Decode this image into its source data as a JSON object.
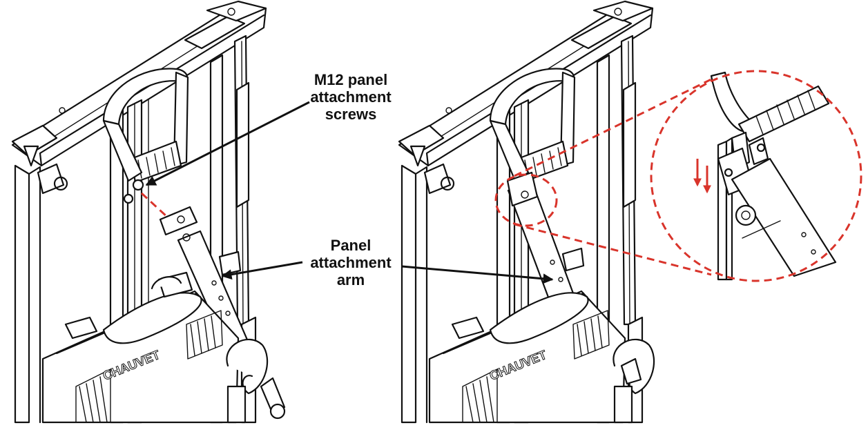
{
  "callouts": {
    "screws": [
      "M12 panel",
      "attachment",
      "screws"
    ],
    "arm": [
      "Panel",
      "attachment",
      "arm"
    ]
  },
  "logo_text": "CHAUVET",
  "colors": {
    "leader_arrow": "#111111",
    "detail_dash": "#d9342b",
    "motion_arrow": "#d9342b",
    "line_art": "#111111",
    "background": "#ffffff"
  }
}
